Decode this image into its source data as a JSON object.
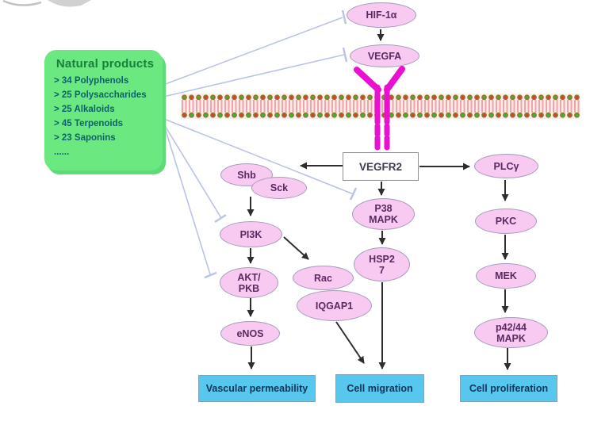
{
  "natural_products": {
    "title": "Natural products",
    "items": [
      "> 34 Polyphenols",
      "> 25 Polysaccharides",
      "> 25 Alkaloids",
      "> 45 Terpenoids",
      "> 23 Saponins",
      "......"
    ]
  },
  "nodes": {
    "hif1a": {
      "label": "HIF-1α"
    },
    "vegfa": {
      "label": "VEGFA"
    },
    "vegfr2": {
      "label": "VEGFR2"
    },
    "shb": {
      "label": "Shb"
    },
    "sck": {
      "label": "Sck"
    },
    "pi3k": {
      "label": "PI3K"
    },
    "akt_pkb": {
      "line1": "AKT/",
      "line2": "PKB"
    },
    "enos": {
      "label": "eNOS"
    },
    "rac": {
      "label": "Rac"
    },
    "iqgap1": {
      "label": "IQGAP1"
    },
    "p38_mapk": {
      "line1": "P38",
      "line2": "MAPK"
    },
    "hsp27": {
      "line1": "HSP2",
      "line2": "7"
    },
    "plc_gamma": {
      "label": "PLCγ"
    },
    "pkc": {
      "label": "PKC"
    },
    "mek": {
      "label": "MEK"
    },
    "p42_44_mapk": {
      "line1": "p42/44",
      "line2": "MAPK"
    }
  },
  "outcomes": {
    "vascular_permeability": {
      "label": "Vascular permeability"
    },
    "cell_migration": {
      "label": "Cell migration"
    },
    "cell_proliferation": {
      "label": "Cell proliferation"
    }
  },
  "colors": {
    "panel_fill": "#6ce880",
    "panel_shadow": "#5edb78",
    "panel_title": "#17803a",
    "panel_item": "#0e616d",
    "node_fill": "#f8c9f1",
    "node_border": "#a59cba",
    "node_text": "#5c2960",
    "box_fill": "#ffffff",
    "box_border": "#8f8f8f",
    "box_text": "#3f3b52",
    "outcome_fill": "#57c7ee",
    "outcome_border": "#85a2bc",
    "outcome_text": "#14345c",
    "inhibit": "#b9c3e6",
    "arrow": "#2e2e2e",
    "receptor": "#ea10cf",
    "membrane_ring": "#97742e",
    "membrane_green": "#3cb332",
    "membrane_red": "#d6402c",
    "membrane_tail": "#f2a2ac",
    "membrane_bg": "#faeee9",
    "watermark": "#c2c2c2"
  }
}
